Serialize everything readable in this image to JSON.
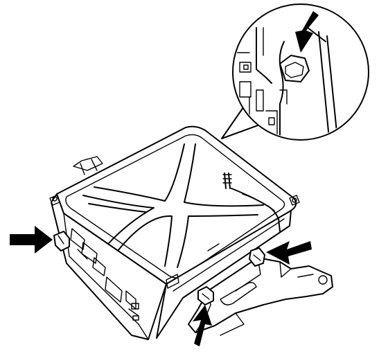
{
  "figure": {
    "components": {
      "ecu_box": "electronic-control-unit-assembly",
      "bracket": "mounting-bracket",
      "detail": "zoomed-detail-of-upper-bolt"
    },
    "arrows": [
      {
        "id": "arrow-detail-bolt",
        "points_to": "bolt"
      },
      {
        "id": "arrow-left-bolt",
        "points_to": "bolt"
      },
      {
        "id": "arrow-right-bolt",
        "points_to": "bolt"
      },
      {
        "id": "arrow-bottom-bolt",
        "points_to": "bolt"
      }
    ],
    "ink_color": "#000000",
    "background_color": "#ffffff"
  }
}
